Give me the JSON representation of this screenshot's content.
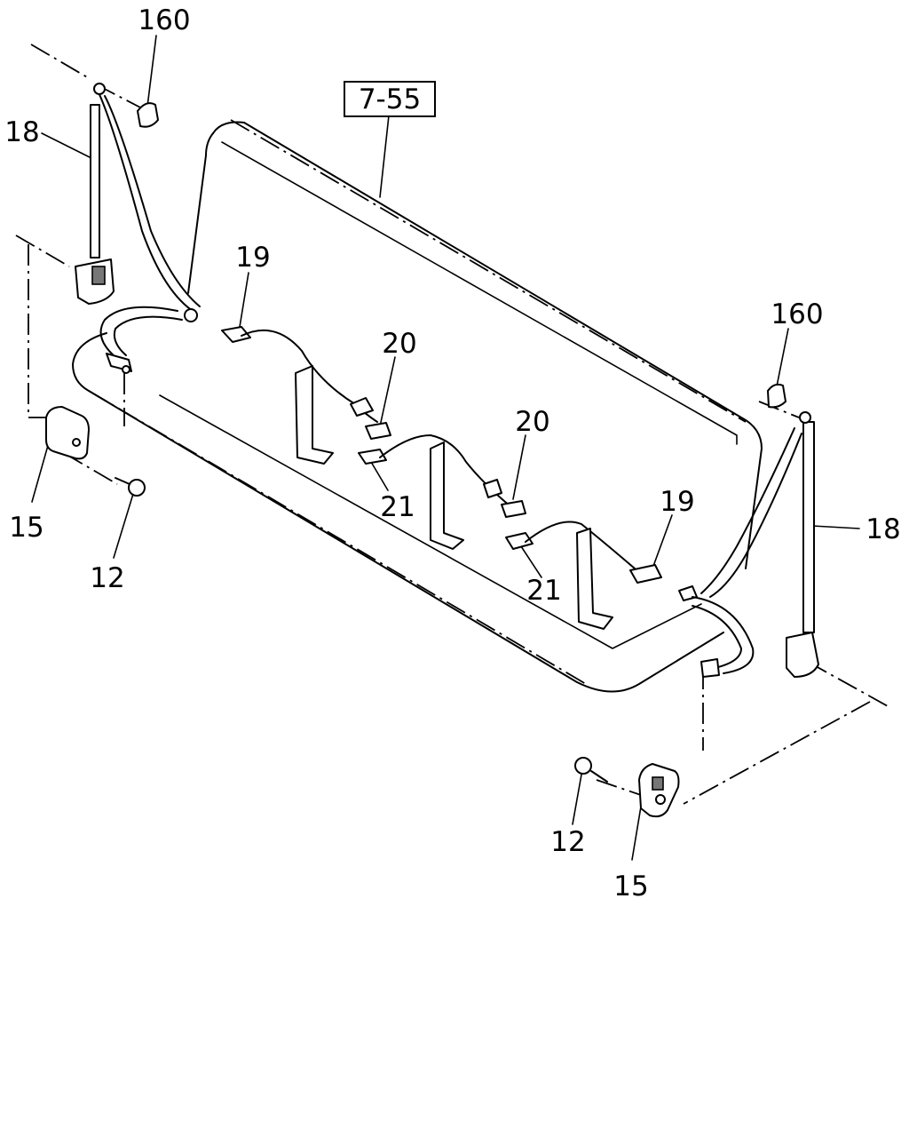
{
  "callouts": {
    "ref_box": "7-55",
    "c160_left": "160",
    "c18_left": "18",
    "c15_left": "15",
    "c12_left": "12",
    "c19_left": "19",
    "c20_left": "20",
    "c21_left": "21",
    "c20_right": "20",
    "c21_right": "21",
    "c19_right": "19",
    "c160_right": "160",
    "c18_right": "18",
    "c12_right": "12",
    "c15_right": "15"
  }
}
